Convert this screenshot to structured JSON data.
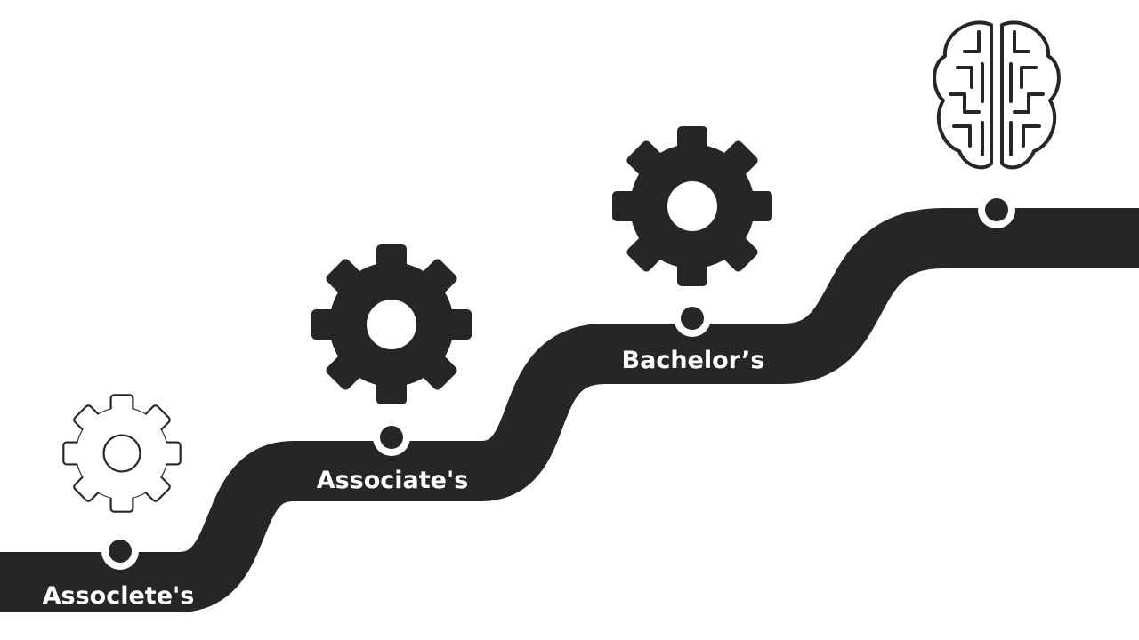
{
  "diagram": {
    "colors": {
      "path": "#262626",
      "background": "#ffffff",
      "label": "#ffffff",
      "marker_ring": "#ffffff"
    },
    "steps": [
      {
        "label": "Assoclete's",
        "icon": "gear-outline-icon"
      },
      {
        "label": "Associate's",
        "icon": "gear-icon"
      },
      {
        "label": "Bachelor’s",
        "icon": "gear-icon"
      },
      {
        "label": "",
        "icon": "brain-icon"
      }
    ]
  }
}
